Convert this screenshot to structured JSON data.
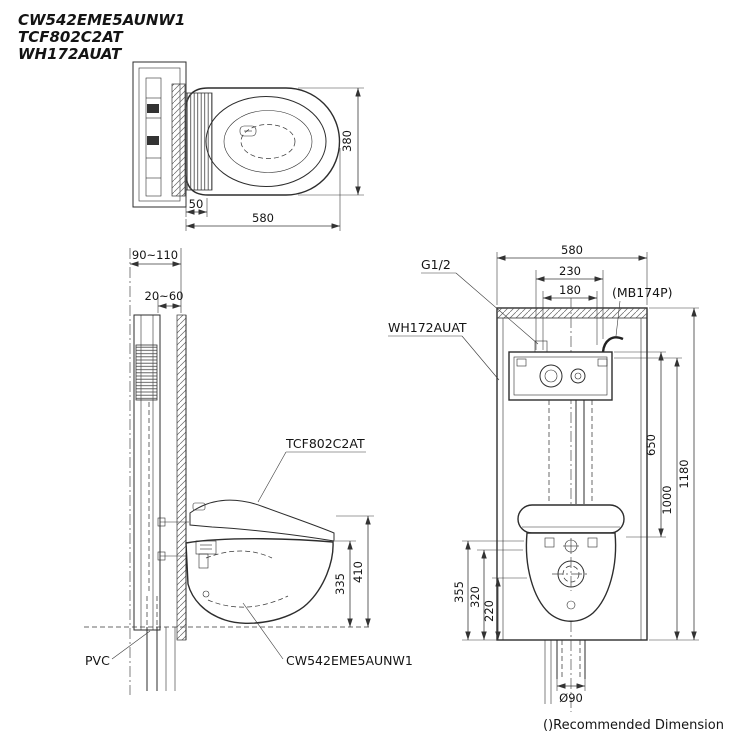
{
  "drawing": {
    "background": "#ffffff",
    "line_color": "#2d2d2d"
  },
  "header": {
    "models": [
      "CW542EME5AUNW1",
      "TCF802C2AT",
      "WH172AUAT"
    ]
  },
  "top_view": {
    "dim_depth": "380",
    "dim_offset": "50",
    "dim_length": "580"
  },
  "side_view": {
    "dim_wall_clearance": "90~110",
    "dim_panel_thickness": "20~60",
    "dim_rim_height": "335",
    "dim_lid_height": "410",
    "label_washlet": "TCF802C2AT",
    "label_pvc": "PVC",
    "label_bowl": "CW542EME5AUNW1"
  },
  "front_view": {
    "dim_width": "580",
    "dim_tank_width": "230",
    "dim_access_width": "180",
    "dim_650": "650",
    "dim_1000": "1000",
    "dim_1180": "1180",
    "dim_355": "355",
    "dim_320": "320",
    "dim_220": "220",
    "dim_drain": "Ø90",
    "label_supply": "G1/2",
    "label_panel": "(MB174P)",
    "label_carrier": "WH172AUAT"
  },
  "footer": {
    "note": "()Recommended Dimension"
  }
}
